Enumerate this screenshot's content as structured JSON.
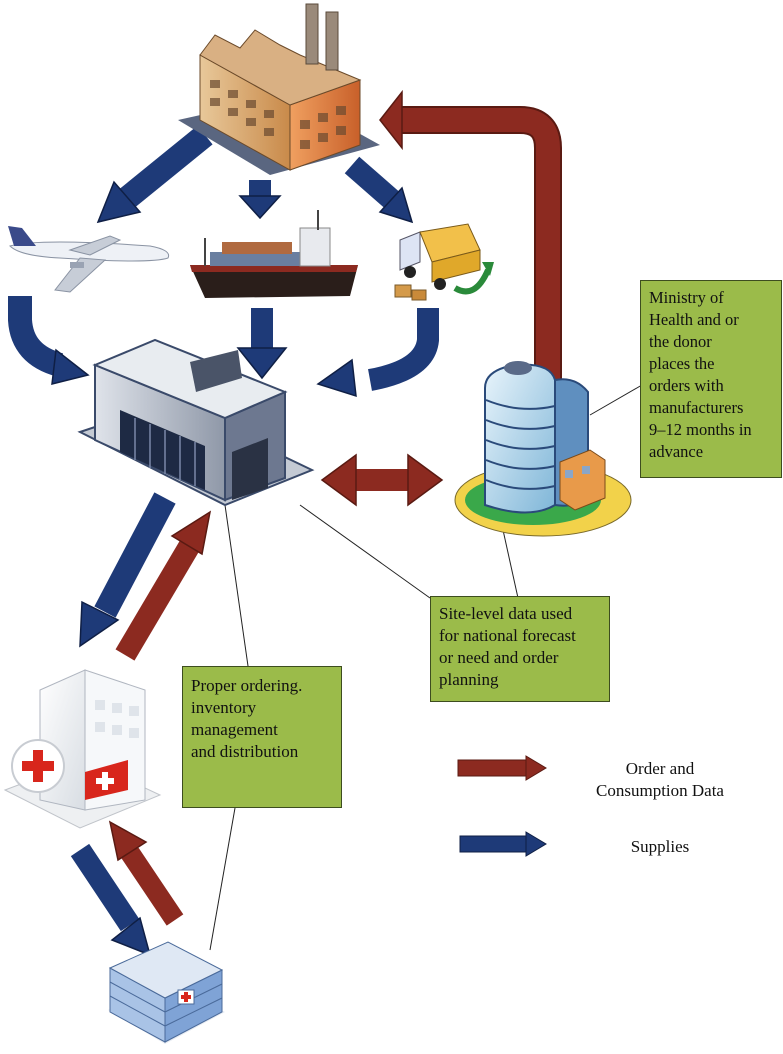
{
  "notes": {
    "ministry": [
      "Ministry of",
      "Health and or",
      "the donor",
      "places the",
      "orders with",
      "manufacturers",
      "9–12 months in",
      "advance"
    ],
    "site": [
      "Site-level data used",
      "for national forecast",
      "or need and order",
      "planning"
    ],
    "proper": [
      "Proper ordering.",
      "inventory",
      "management",
      "and distribution"
    ]
  },
  "legend": {
    "order": [
      "Order and",
      "Consumption Data"
    ],
    "supplies": "Supplies"
  },
  "colors": {
    "order_arrow": "#8c2a20",
    "supplies_arrow": "#1e3a78",
    "note_fill": "#9bbb4a",
    "note_border": "#3d4d1f"
  },
  "icons": [
    "factory-icon",
    "airplane-icon",
    "cargo-ship-icon",
    "delivery-truck-icon",
    "warehouse-icon",
    "ministry-office-icon",
    "district-hospital-icon",
    "health-clinic-icon"
  ]
}
